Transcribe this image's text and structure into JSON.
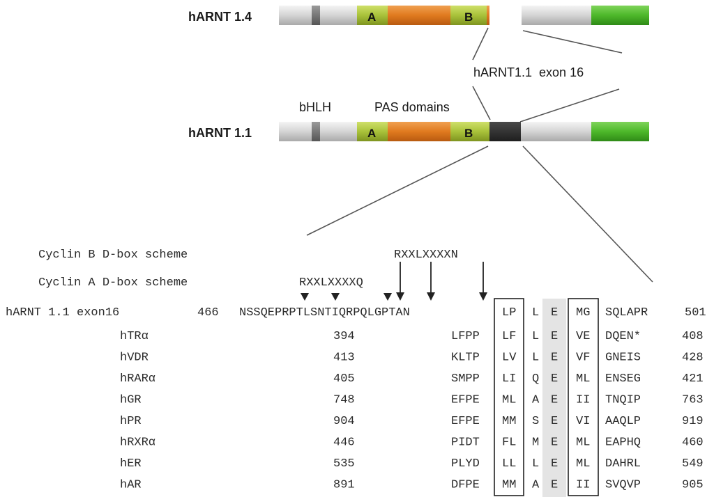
{
  "isoforms": {
    "short_name": "hARNT 1.4",
    "long_name": "hARNT 1.1",
    "domain_a": "A",
    "domain_b": "B"
  },
  "labels": {
    "exon_label": "hARNT1.1  exon 16",
    "bhlh": "bHLH",
    "pas": "PAS domains"
  },
  "colors": {
    "bar_gray": "#c9c9c9",
    "bhlh_gray": "#6f6f6f",
    "pas_orange": "#e07a1f",
    "pas_ab_green": "#a9c23a",
    "exon16_black": "#2b2b2b",
    "cterm_green": "#4db82a",
    "shade_column": "#e4e4e4"
  },
  "schemes": {
    "cyclin_b_label": "Cyclin B D-box scheme",
    "cyclin_b_motif": "RXXLXXXXN",
    "cyclin_a_label": "Cyclin A D-box scheme",
    "cyclin_a_motif": "RXXLXXXXQ"
  },
  "alignment": {
    "main": {
      "name": "hARNT 1.1 exon16",
      "start": "466",
      "seq": "NSSQEPRPTLSNTIQRPQLGPTAN",
      "box1": "LP",
      "mid": "L",
      "e": "E",
      "box2": "MG",
      "tail": "SQLAPR",
      "end": "501"
    },
    "rows": [
      {
        "name": "hTRα",
        "start": "394",
        "pre": "LFPP",
        "box1": "LF",
        "mid": "L",
        "e": "E",
        "box2": "VE",
        "tail": "DQEN*",
        "end": "408"
      },
      {
        "name": "hVDR",
        "start": "413",
        "pre": "KLTP",
        "box1": "LV",
        "mid": "L",
        "e": "E",
        "box2": "VF",
        "tail": "GNEIS",
        "end": "428"
      },
      {
        "name": "hRARα",
        "start": "405",
        "pre": "SMPP",
        "box1": "LI",
        "mid": "Q",
        "e": "E",
        "box2": "ML",
        "tail": "ENSEG",
        "end": "421"
      },
      {
        "name": "hGR",
        "start": "748",
        "pre": "EFPE",
        "box1": "ML",
        "mid": "A",
        "e": "E",
        "box2": "II",
        "tail": "TNQIP",
        "end": "763"
      },
      {
        "name": "hPR",
        "start": "904",
        "pre": "EFPE",
        "box1": "MM",
        "mid": "S",
        "e": "E",
        "box2": "VI",
        "tail": "AAQLP",
        "end": "919"
      },
      {
        "name": "hRXRα",
        "start": "446",
        "pre": "PIDT",
        "box1": "FL",
        "mid": "M",
        "e": "E",
        "box2": "ML",
        "tail": "EAPHQ",
        "end": "460"
      },
      {
        "name": "hER",
        "start": "535",
        "pre": "PLYD",
        "box1": "LL",
        "mid": "L",
        "e": "E",
        "box2": "ML",
        "tail": "DAHRL",
        "end": "549"
      },
      {
        "name": "hAR",
        "start": "891",
        "pre": "DFPE",
        "box1": "MM",
        "mid": "A",
        "e": "E",
        "box2": "II",
        "tail": "SVQVP",
        "end": "905"
      }
    ]
  }
}
